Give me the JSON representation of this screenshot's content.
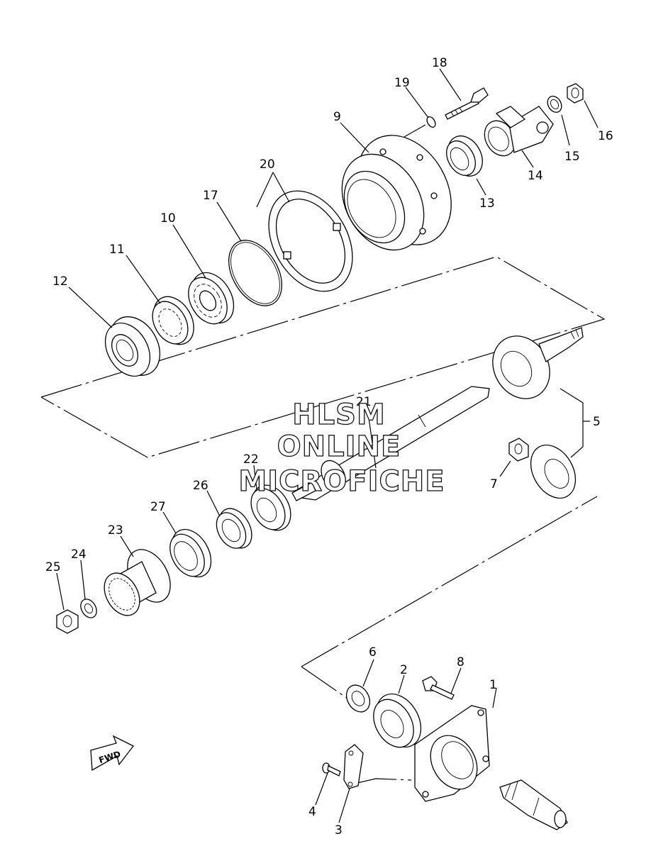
{
  "watermark": {
    "line1": "HLSM",
    "line2": "ONLINE",
    "line3": "MICROFICHE"
  },
  "fwd_label": "FWD",
  "callouts": {
    "c1": "1",
    "c2": "2",
    "c3": "3",
    "c4": "4",
    "c5": "5",
    "c6": "6",
    "c7": "7",
    "c8": "8",
    "c9": "9",
    "c10": "10",
    "c11": "11",
    "c12": "12",
    "c13": "13",
    "c14": "14",
    "c15": "15",
    "c16": "16",
    "c17": "17",
    "c18": "18",
    "c19": "19",
    "c20": "20",
    "c21": "21",
    "c22": "22",
    "c23": "23",
    "c24": "24",
    "c25": "25",
    "c26": "26",
    "c27": "27"
  }
}
